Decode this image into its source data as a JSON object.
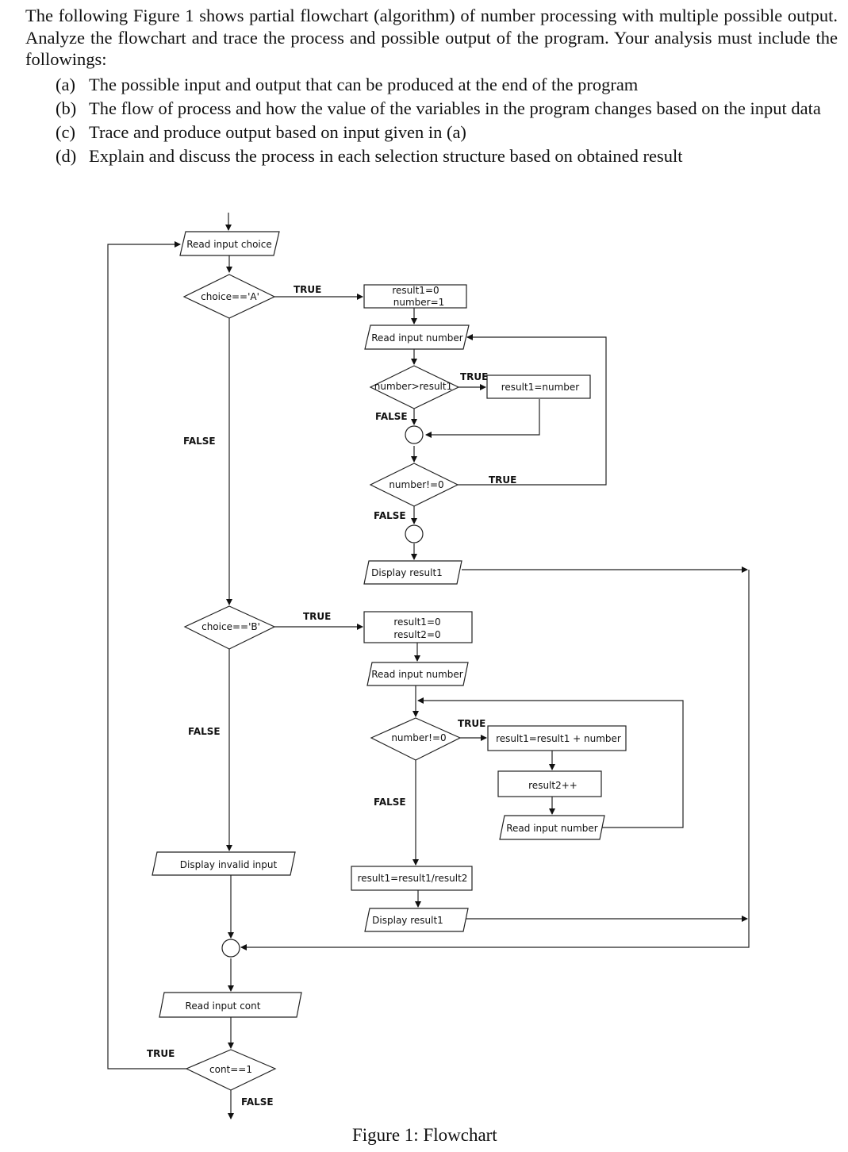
{
  "question": {
    "intro": "The following Figure 1 shows partial flowchart (algorithm) of number processing with multiple possible output. Analyze the flowchart and trace the process and possible output of the program. Your analysis must include the followings:",
    "items": [
      {
        "marker": "(a)",
        "text": "The possible input and output that can be produced at the end of the program"
      },
      {
        "marker": "(b)",
        "text": "The flow of process and how the value of the variables in the program changes based on the input data"
      },
      {
        "marker": "(c)",
        "text": "Trace and produce output based on input given in (a)"
      },
      {
        "marker": "(d)",
        "text": "Explain and discuss the process in each selection structure based on obtained result"
      }
    ]
  },
  "flowchart": {
    "read_choice": "Read input choice",
    "dec_choice_a": "choice=='A'",
    "a_init_1": "result1=0",
    "a_init_2": "number=1",
    "a_read_number": "Read input number",
    "dec_number_gt": "number>result1",
    "a_assign": "result1=number",
    "dec_number_ne_a": "number!=0",
    "a_display": "Display result1",
    "dec_choice_b": "choice=='B'",
    "b_init_1": "result1=0",
    "b_init_2": "result2=0",
    "b_read_number": "Read input number",
    "dec_number_ne_b": "number!=0",
    "b_sum": "result1=result1 + number",
    "b_inc": "result2++",
    "b_read_number_2": "Read input number",
    "b_divide": "result1=result1/result2",
    "b_display": "Display result1",
    "display_invalid": "Display invalid input",
    "read_cont": "Read input cont",
    "dec_cont": "cont==1",
    "labels": {
      "true_a": "TRUE",
      "false_a": "FALSE",
      "true_gt": "TRUE",
      "false_gt": "FALSE",
      "true_ne_a": "TRUE",
      "false_ne_a": "FALSE",
      "true_b": "TRUE",
      "false_b": "FALSE",
      "true_ne_b": "TRUE",
      "false_ne_b": "FALSE",
      "true_cont": "TRUE",
      "false_cont": "FALSE"
    }
  },
  "caption": "Figure 1: Flowchart"
}
